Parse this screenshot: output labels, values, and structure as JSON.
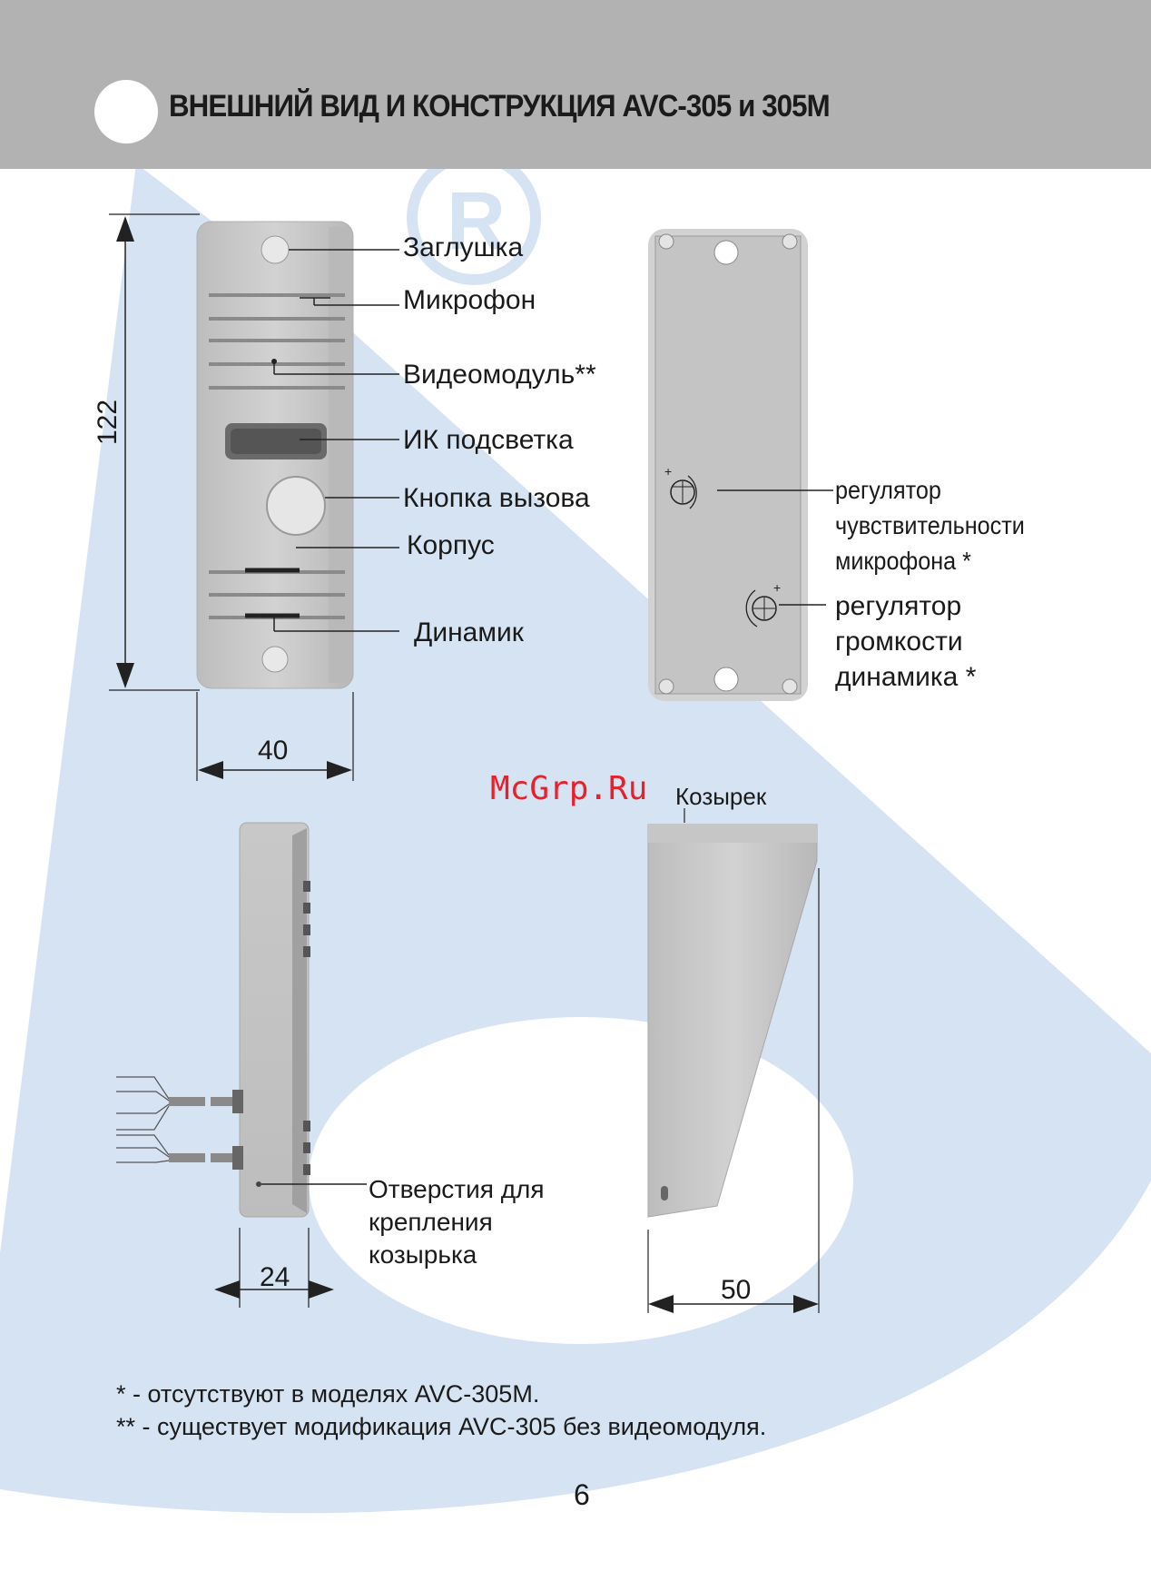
{
  "header": {
    "title": "ВНЕШНИЙ ВИД И КОНСТРУКЦИЯ AVC-305 и 305M"
  },
  "front_labels": {
    "plug": "Заглушка",
    "microphone": "Микрофон",
    "video_module": "Видеомодуль**",
    "ir_light": "ИК подсветка",
    "call_button": "Кнопка вызова",
    "housing": "Корпус",
    "speaker": "Динамик"
  },
  "back_labels": {
    "mic_regulator": [
      "регулятор",
      "чувствительности",
      "микрофона *"
    ],
    "speaker_regulator": [
      "регулятор",
      "громкости",
      "динамика *"
    ]
  },
  "side_labels": {
    "mount_holes": [
      "Отверстия для",
      "крепления",
      "козырька"
    ]
  },
  "visor_label": "Козырек",
  "dimensions": {
    "height": "122",
    "width": "40",
    "depth": "24",
    "visor_depth": "50"
  },
  "watermark": "McGrp.Ru",
  "notes": [
    "* - отсутствуют в моделях AVC-305M.",
    "** - существует модификация AVC-305 без видеомодуля."
  ],
  "page_number": "6",
  "colors": {
    "header": "#b2b2b2",
    "logo_blue": "#d6e3f3",
    "device_silver": "#c8c8c8",
    "watermark_red": "#e8202a"
  }
}
